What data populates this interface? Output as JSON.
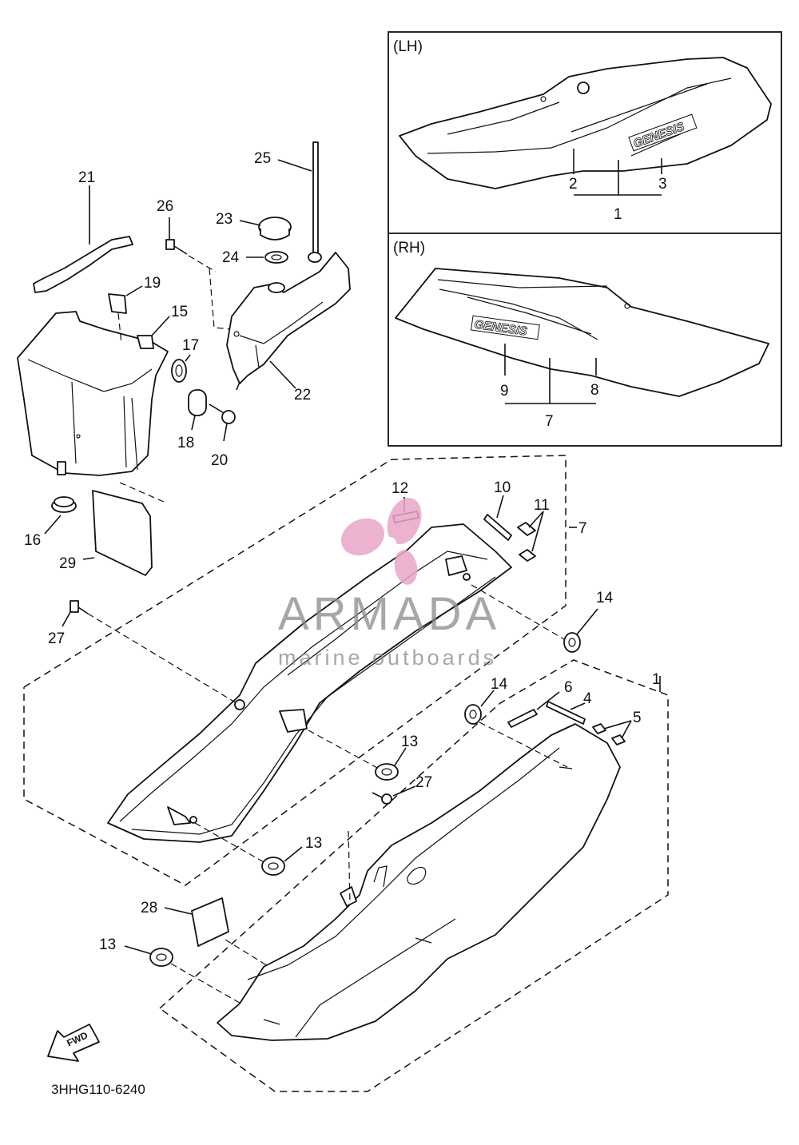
{
  "panels": {
    "lh_title": "(LH)",
    "rh_title": "(RH)",
    "lh_logo": "GENESIS",
    "rh_logo": "GENESIS"
  },
  "callouts": [
    {
      "id": "1",
      "text": "1"
    },
    {
      "id": "2",
      "text": "2"
    },
    {
      "id": "3",
      "text": "3"
    },
    {
      "id": "4",
      "text": "4"
    },
    {
      "id": "5",
      "text": "5"
    },
    {
      "id": "6",
      "text": "6"
    },
    {
      "id": "7",
      "text": "7"
    },
    {
      "id": "8",
      "text": "8"
    },
    {
      "id": "9",
      "text": "9"
    },
    {
      "id": "10",
      "text": "10"
    },
    {
      "id": "11",
      "text": "11"
    },
    {
      "id": "12",
      "text": "12"
    },
    {
      "id": "13",
      "text": "13"
    },
    {
      "id": "14",
      "text": "14"
    },
    {
      "id": "15",
      "text": "15"
    },
    {
      "id": "16",
      "text": "16"
    },
    {
      "id": "17",
      "text": "17"
    },
    {
      "id": "18",
      "text": "18"
    },
    {
      "id": "19",
      "text": "19"
    },
    {
      "id": "20",
      "text": "20"
    },
    {
      "id": "21",
      "text": "21"
    },
    {
      "id": "22",
      "text": "22"
    },
    {
      "id": "23",
      "text": "23"
    },
    {
      "id": "24",
      "text": "24"
    },
    {
      "id": "25",
      "text": "25"
    },
    {
      "id": "26",
      "text": "26"
    },
    {
      "id": "27",
      "text": "27"
    },
    {
      "id": "28",
      "text": "28"
    },
    {
      "id": "29",
      "text": "29"
    }
  ],
  "fwd_label": "FWD",
  "diagram_code": "3HHG110-6240",
  "watermark": {
    "brand": "ARMADA",
    "tagline": "marine outboards",
    "color_primary": "#e9a6c9",
    "color_text": "#8a8a8a"
  }
}
